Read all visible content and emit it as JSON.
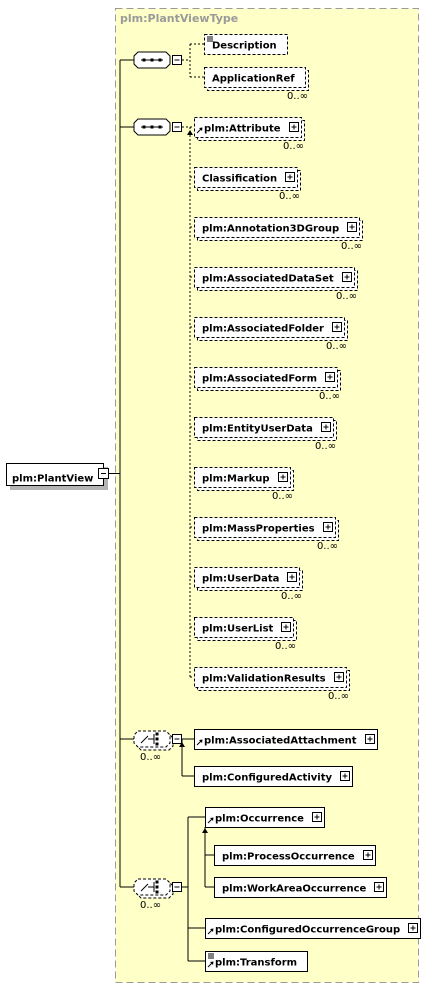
{
  "type_name": "plm:PlantViewType",
  "root_element": "plm:PlantView",
  "sequence1": {
    "elements": [
      {
        "name": "Description",
        "optional": true,
        "multiple": false,
        "expandable": false,
        "doc": true,
        "card": ""
      },
      {
        "name": "ApplicationRef",
        "optional": true,
        "multiple": true,
        "expandable": false,
        "doc": false,
        "card": "0..∞"
      }
    ]
  },
  "sequence2": {
    "elements": [
      {
        "name": "plm:Attribute",
        "optional": true,
        "multiple": true,
        "expandable": true,
        "ref": true,
        "card": "0..∞"
      },
      {
        "name": "Classification",
        "optional": true,
        "multiple": true,
        "expandable": true,
        "card": "0..∞"
      },
      {
        "name": "plm:Annotation3DGroup",
        "optional": true,
        "multiple": true,
        "expandable": true,
        "card": "0..∞"
      },
      {
        "name": "plm:AssociatedDataSet",
        "optional": true,
        "multiple": true,
        "expandable": true,
        "card": "0..∞"
      },
      {
        "name": "plm:AssociatedFolder",
        "optional": true,
        "multiple": true,
        "expandable": true,
        "card": "0..∞"
      },
      {
        "name": "plm:AssociatedForm",
        "optional": true,
        "multiple": true,
        "expandable": true,
        "card": "0..∞"
      },
      {
        "name": "plm:EntityUserData",
        "optional": true,
        "multiple": true,
        "expandable": true,
        "card": "0..∞"
      },
      {
        "name": "plm:Markup",
        "optional": true,
        "multiple": true,
        "expandable": true,
        "card": "0..∞"
      },
      {
        "name": "plm:MassProperties",
        "optional": true,
        "multiple": true,
        "expandable": true,
        "card": "0..∞"
      },
      {
        "name": "plm:UserData",
        "optional": true,
        "multiple": true,
        "expandable": true,
        "card": "0..∞"
      },
      {
        "name": "plm:UserList",
        "optional": true,
        "multiple": true,
        "expandable": true,
        "card": "0..∞"
      },
      {
        "name": "plm:ValidationResults",
        "optional": true,
        "multiple": true,
        "expandable": true,
        "card": "0..∞"
      }
    ]
  },
  "choice1": {
    "card": "0..∞",
    "elements": [
      {
        "name": "plm:AssociatedAttachment",
        "ref": true,
        "expandable": true
      },
      {
        "name": "plm:ConfiguredActivity",
        "ref": false,
        "expandable": true
      }
    ]
  },
  "choice2": {
    "card": "0..∞",
    "elements": [
      {
        "name": "plm:Occurrence",
        "ref": true,
        "expandable": true
      },
      {
        "name": "plm:ProcessOccurrence",
        "ref": false,
        "expandable": true
      },
      {
        "name": "plm:WorkAreaOccurrence",
        "ref": false,
        "expandable": true
      },
      {
        "name": "plm:ConfiguredOccurrenceGroup",
        "ref": true,
        "expandable": true
      },
      {
        "name": "plm:Transform",
        "ref": true,
        "expandable": false,
        "doc": true
      }
    ]
  },
  "colors": {
    "type_fill": "#ffffc8",
    "node_fill": "#ffffff",
    "line": "#000000",
    "frame": "#9a9a9a",
    "shadow": "#b4b4b4"
  }
}
